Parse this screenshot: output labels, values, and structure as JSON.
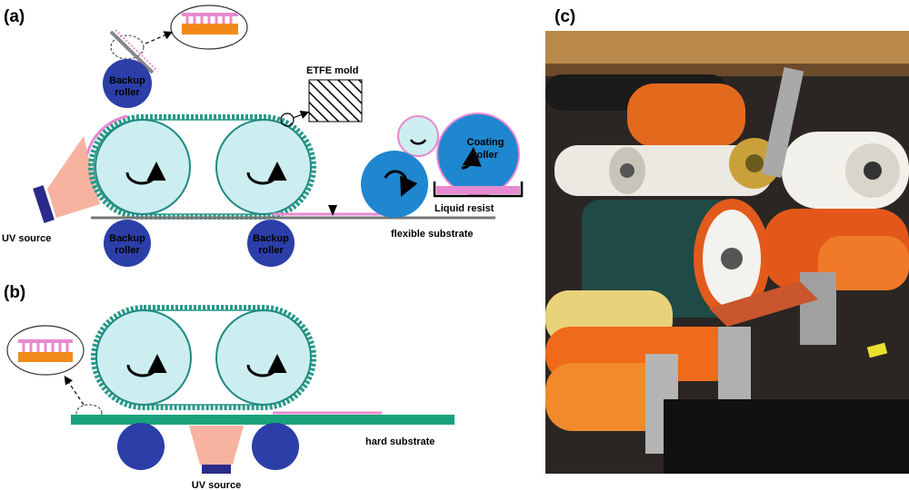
{
  "panels": {
    "a": {
      "label": "(a)",
      "etfe_mold": "ETFE mold",
      "backup_roller_line1": "Backup",
      "backup_roller_line2": "roller",
      "coating_roller_line1": "Coating",
      "coating_roller_line2": "roller",
      "liquid_resist": "Liquid resist",
      "uv_source": "UV source",
      "flexible_substrate": "flexible substrate"
    },
    "b": {
      "label": "(b)",
      "hard_substrate": "hard substrate",
      "uv_source": "UV source"
    },
    "c": {
      "label": "(c)"
    }
  },
  "colors": {
    "roller_fill": "#cdeef0",
    "roller_stroke": "#1f8a82",
    "belt": "#2a9a8a",
    "backup_roller": "#2c3ea8",
    "coating_roller": "#1f86d0",
    "resist": "#e88ad0",
    "uv_light": "#f7b3a0",
    "uv_source": "#2a2a8a",
    "hard_substrate": "#1aa37a",
    "orange_pattern": "#f28a1a"
  }
}
